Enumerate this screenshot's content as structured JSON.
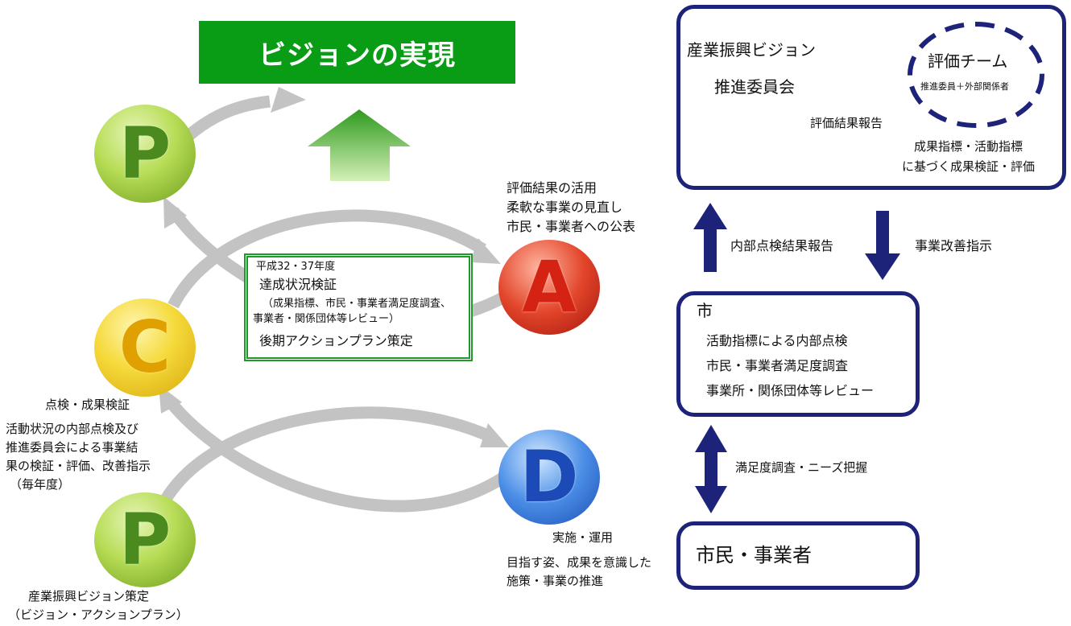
{
  "vision_title": "ビジョンの実現",
  "cycle": {
    "p_top": {
      "letter": "P"
    },
    "c": {
      "letter": "C",
      "heading": "点検・成果検証",
      "lines": [
        "活動状況の内部点検及び",
        "推進委員会による事業結",
        "果の検証・評価、改善指示",
        "（毎年度）"
      ]
    },
    "p_bottom": {
      "letter": "P",
      "lines": [
        "産業振興ビジョン策定",
        "（ビジョン・アクションプラン）"
      ]
    },
    "a": {
      "letter": "A",
      "lines": [
        "評価結果の活用",
        "柔軟な事業の見直し",
        "市民・事業者への公表"
      ]
    },
    "d": {
      "letter": "D",
      "heading": "実施・運用",
      "lines": [
        "目指す姿、成果を意識した",
        "施策・事業の推進"
      ]
    }
  },
  "review_box": {
    "year": "平成32・37年度",
    "title": "達成状況検証",
    "detail1": "（成果指標、市民・事業者満足度調査、",
    "detail2": "事業者・関係団体等レビュー）",
    "plan": "後期アクションプラン策定"
  },
  "committee_box": {
    "name1": "産業振興ビジョン",
    "name2": "推進委員会",
    "team": "評価チーム",
    "team_members": "推進委員＋外部関係者",
    "report": "評価結果報告",
    "basis1": "成果指標・活動指標",
    "basis2": "に基づく成果検証・評価"
  },
  "arrows": {
    "up_label": "内部点検結果報告",
    "down_label": "事業改善指示",
    "both_label": "満足度調査・ニーズ把握"
  },
  "city_box": {
    "title": "市",
    "items": [
      "活動指標による内部点検",
      "市民・事業者満足度調査",
      "事業所・関係団体等レビュー"
    ]
  },
  "citizen_box": {
    "label": "市民・事業者"
  }
}
